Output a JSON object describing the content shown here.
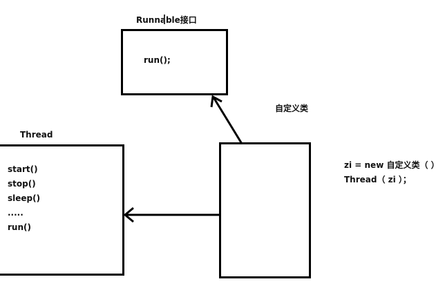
{
  "runnable": {
    "title": "Runnable接口",
    "methods": [
      "run();"
    ]
  },
  "thread": {
    "title": "Thread",
    "methods": [
      "start()",
      "stop()",
      "sleep()",
      ".....",
      "run()"
    ]
  },
  "custom_class": {
    "label": "自定义类"
  },
  "code": {
    "lines": [
      "zi = new 自定义类（ ）",
      "Thread（ zi ）；"
    ]
  }
}
